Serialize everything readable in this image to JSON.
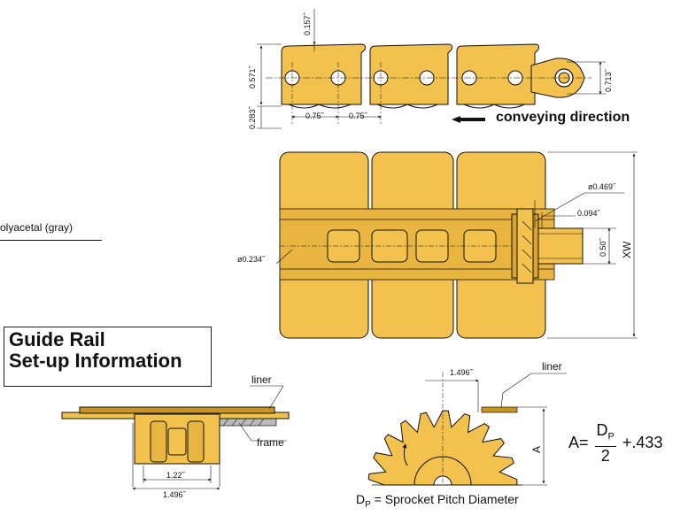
{
  "top_view": {
    "dim_157": "0.157˝",
    "dim_571": "0.571˝",
    "dim_283": "0.283˝",
    "dim_713": "0.713˝",
    "pitch_1": "0.75˝",
    "pitch_2": "0.75˝",
    "direction_label": "conveying direction"
  },
  "plan_view": {
    "dia_469": "ø0.469˝",
    "dim_094": "0.094˝",
    "dim_050": "0.50˝",
    "dia_234": "ø0.234˝",
    "xw": "XW"
  },
  "material": {
    "text": "olyacetal (gray)"
  },
  "guide_rail": {
    "title_line1": "Guide Rail",
    "title_line2": "Set-up Information",
    "liner": "liner",
    "frame": "frame",
    "dim_122": "1.22˝",
    "dim_1496": "1.496˝"
  },
  "sprocket": {
    "dim_1496": "1.496˝",
    "liner": "liner",
    "a_label": "A",
    "dp_prefix": "D",
    "dp_sub": "P",
    "dp_text": " =  Sprocket Pitch Diameter"
  },
  "formula": {
    "lhs": "A=",
    "numerator_d": "D",
    "numerator_sub": "P",
    "denominator": "2",
    "rhs": "+.433"
  },
  "colors": {
    "chain": "#f2c14e",
    "chain_dark": "#c8961e",
    "line": "#111111"
  }
}
